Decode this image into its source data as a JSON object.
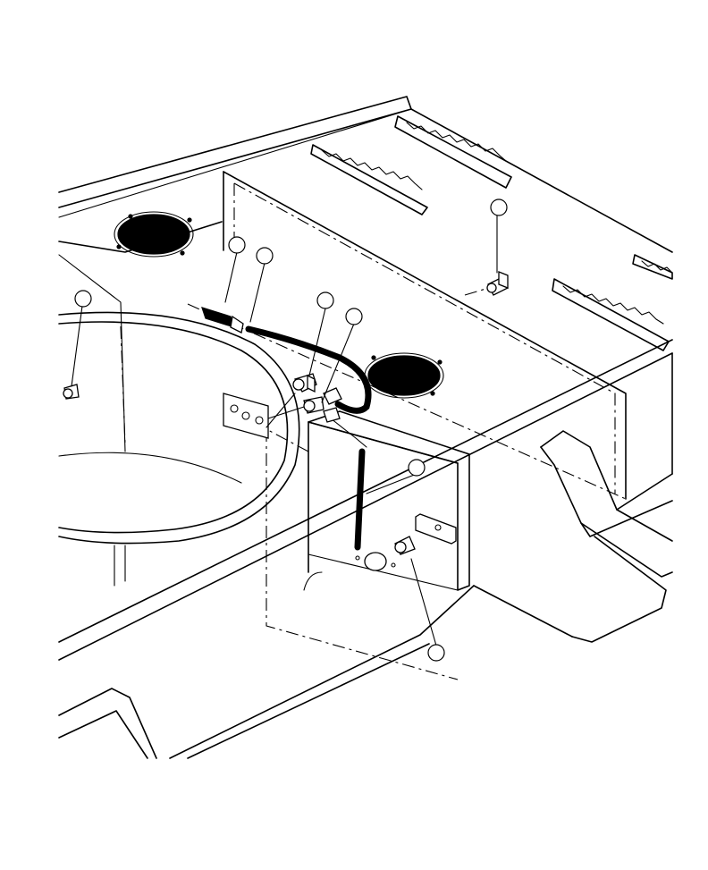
{
  "diagram": {
    "colors": {
      "line": "#000000",
      "fill_dark": "#000000",
      "paper": "#ffffff"
    },
    "callouts": [
      {
        "id": "callout-1",
        "label": ""
      },
      {
        "id": "callout-2",
        "label": ""
      },
      {
        "id": "callout-3",
        "label": ""
      },
      {
        "id": "callout-4",
        "label": ""
      },
      {
        "id": "callout-5",
        "label": ""
      },
      {
        "id": "callout-6",
        "label": ""
      },
      {
        "id": "callout-7",
        "label": ""
      },
      {
        "id": "callout-8",
        "label": ""
      }
    ]
  }
}
